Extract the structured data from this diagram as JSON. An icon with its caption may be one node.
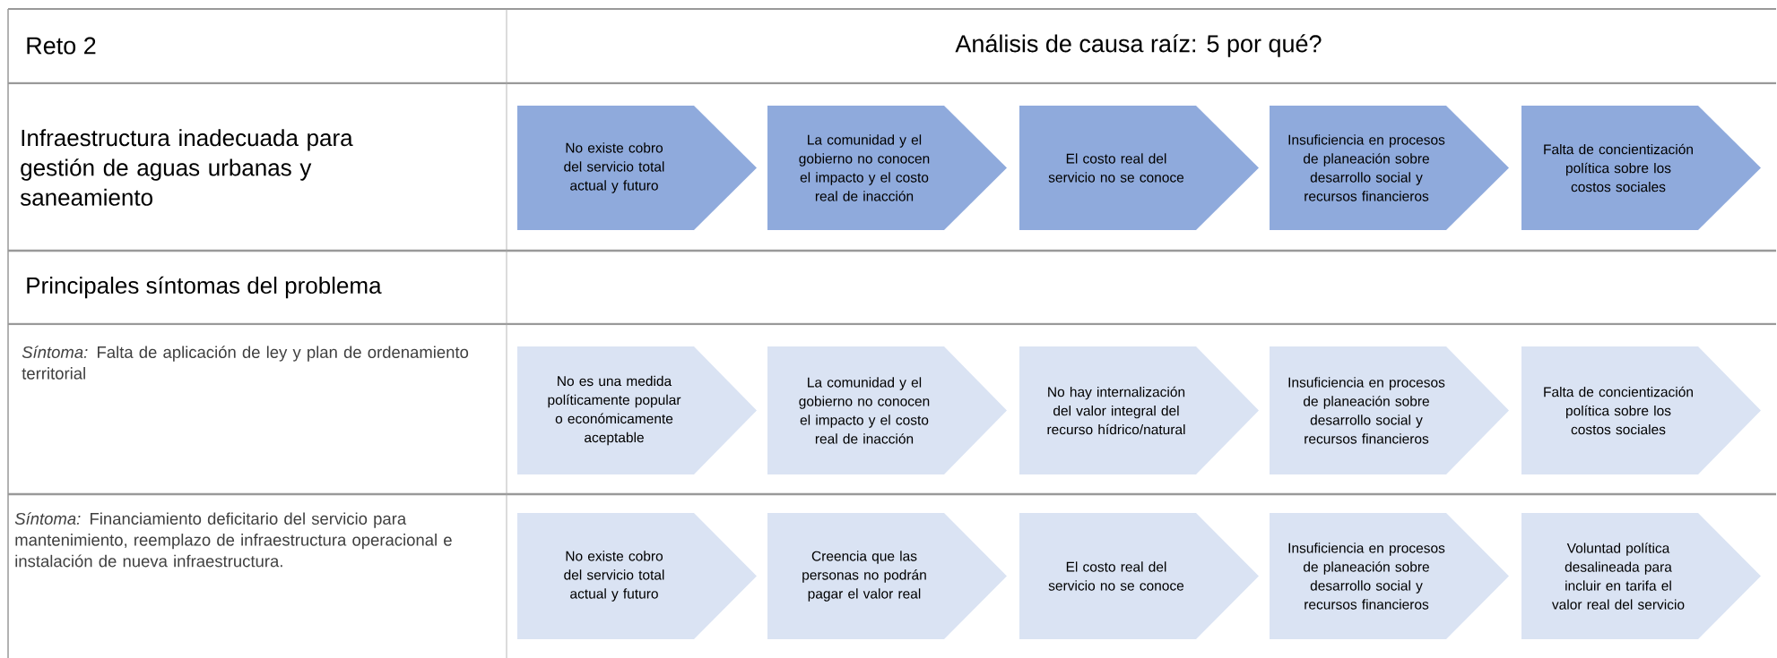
{
  "diagram": {
    "nodes": [
      {
        "text": [
          "No existe cobro del servicio total actual y futuro"
        ]
      },
      {
        "text": [
          "La comunidad y el gobierno no conocen el impacto y el costo real de inacción"
        ]
      },
      {
        "text": [
          "El costo real del servicio no se conoce"
        ]
      },
      {
        "text": [
          "Insuficiencia en procesos de planeación sobre desarrollo social y recursos financieros"
        ]
      },
      {
        "text": [
          "Falta de concientización política sobre los costos sociales"
        ]
      },
      {
        "text": [
          "No es una medida políticamente popular o económicamente aceptable"
        ]
      },
      {
        "text": [
          "La comunidad y el gobierno no conocen el impacto y el costo real de inacción"
        ]
      },
      {
        "text": [
          "No hay internalización del valor integral del recurso hídrico/natural"
        ]
      },
      {
        "text": [
          "Insuficiencia en procesos de planeación sobre desarrollo social y recursos financieros"
        ]
      },
      {
        "text": [
          "Falta de concientización política sobre los costos sociales"
        ]
      },
      {
        "text": [
          "No existe cobro del servicio total actual y futuro"
        ]
      },
      {
        "text": [
          "Creencia que las personas no podrán pagar el valor real"
        ]
      },
      {
        "text": [
          "El costo real del servicio no se conoce"
        ]
      },
      {
        "text": [
          "Insuficiencia en procesos de planeación sobre desarrollo social y recursos financieros"
        ]
      },
      {
        "text": [
          "Voluntad política desalineada para incluir en tarifa el valor real del servicio"
        ]
      }
    ],
    "labels": [
      "Reto 2",
      "Análisis de causa raíz: 5 por qué?",
      "Infraestructura inadecuada para gestión de aguas urbanas y saneamiento",
      "Principales síntomas del problema",
      "*Síntoma:* Falta de aplicación de ley y plan de ordenamiento territorial",
      "*Síntoma:* Financiamiento deficitario del servicio para mantenimiento, reemplazo de infraestructura operacional e instalación de nueva infraestructura."
    ]
  }
}
